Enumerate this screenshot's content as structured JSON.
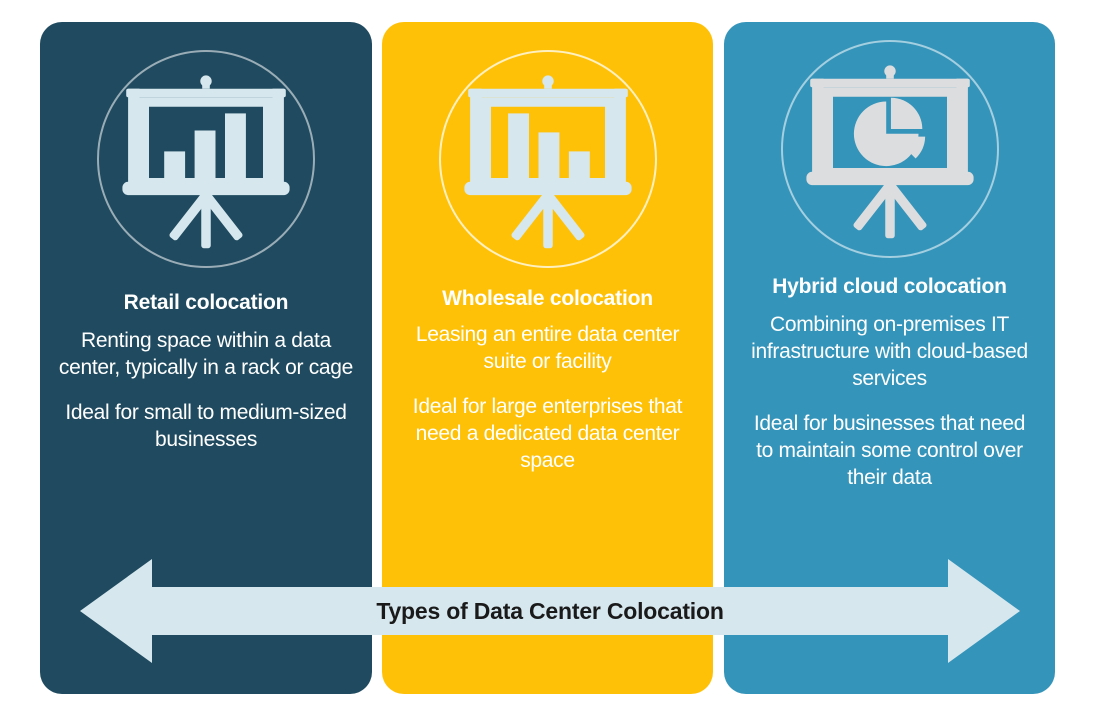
{
  "colors": {
    "retail_bg": "#1F4A5F",
    "wholesale_bg": "#FFC107",
    "hybrid_bg": "#3494BA",
    "arrow_fill": "#D6E7EE",
    "icon_light": "#D6E7EE",
    "text_white": "#FFFFFF",
    "banner_text": "#1A1A1A",
    "page_bg": "#FFFFFF"
  },
  "banner": {
    "title": "Types of Data Center Colocation",
    "icon": "double-arrow-icon"
  },
  "panels": [
    {
      "id": "retail",
      "icon": "presentation-board-bar-chart-ascending-icon",
      "heading": "Retail colocation",
      "paragraphs": [
        "Renting space within a data center, typically in a rack or cage",
        "Ideal for small to medium-sized businesses"
      ],
      "background": "#1F4A5F"
    },
    {
      "id": "wholesale",
      "icon": "presentation-board-bar-chart-descending-icon",
      "heading": "Wholesale colocation",
      "paragraphs": [
        "Leasing an entire data center suite or facility",
        "Ideal for large enterprises that need a dedicated data center space"
      ],
      "background": "#FFC107"
    },
    {
      "id": "hybrid",
      "icon": "presentation-board-pie-chart-icon",
      "heading": "Hybrid cloud colocation",
      "paragraphs": [
        "Combining on-premises IT infrastructure with cloud-based services",
        "Ideal for businesses that need to maintain some control over their data"
      ],
      "background": "#3494BA"
    }
  ]
}
